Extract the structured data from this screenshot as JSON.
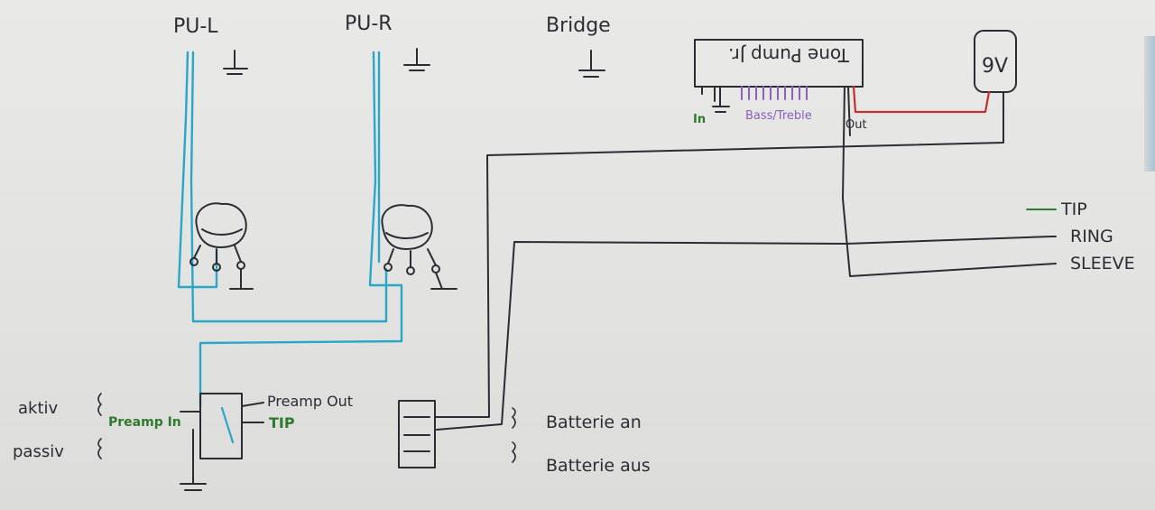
{
  "labels": {
    "pu_l": "PU-L",
    "pu_r": "PU-R",
    "bridge": "Bridge",
    "tone_pump": "Tone Pump Jr.",
    "battery": "9V",
    "in": "In",
    "bass_treble": "Bass/Treble",
    "out": "Out",
    "tip": "TIP",
    "ring": "RING",
    "sleeve": "SLEEVE",
    "aktiv": "aktiv",
    "passiv": "passiv",
    "preamp_in": "Preamp In",
    "preamp_out": "Preamp Out",
    "switch_tip": "TIP",
    "batterie_an": "Batterie an",
    "batterie_aus": "Batterie aus"
  },
  "colors": {
    "pickup_wire": "#2aa6c8",
    "ground_wire": "#2c2c34",
    "power_wire": "#c43030",
    "signal_green": "#2f7a2f",
    "control_purple": "#8a5fc0"
  }
}
